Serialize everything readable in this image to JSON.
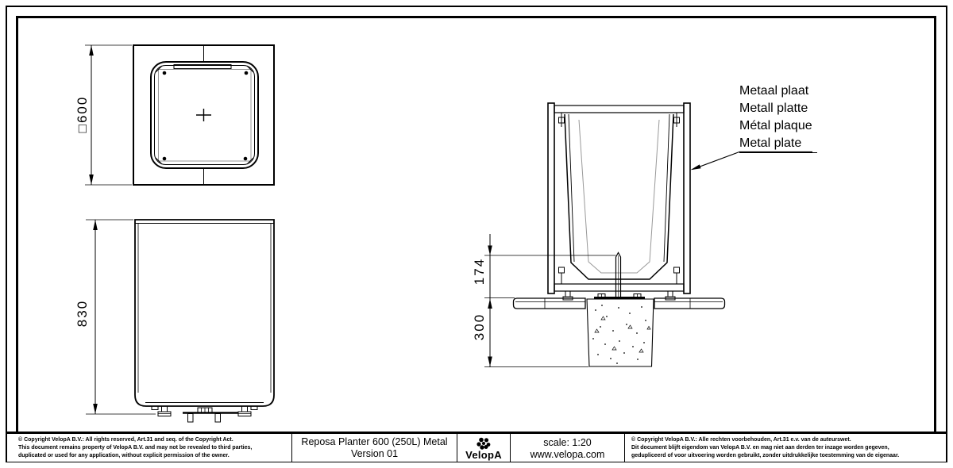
{
  "views": {
    "top_view": {
      "width_dim": "□600"
    },
    "side_view": {
      "height_dim": "830"
    },
    "section_view": {
      "inset_depth_dim": "174",
      "foundation_depth_dim": "300",
      "callout": {
        "line1": "Metaal plaat",
        "line2": "Metall platte",
        "line3": "Métal plaque",
        "line4": "Metal plate"
      }
    }
  },
  "title_block": {
    "copyright_left": {
      "line1": "© Copyright VelopA B.V.: All rights reserved, Art.31 and seq. of the Copyright Act.",
      "line2": "This document remains property of VelopA B.V. and may not be revealed to third parties,",
      "line3": "duplicated or used for any application, without explicit permission of the owner."
    },
    "title": {
      "line1": "Reposa Planter 600 (250L) Metal",
      "line2": "Version 01"
    },
    "logo": {
      "text": "VelopA"
    },
    "scale": "scale: 1:20",
    "website": "www.velopa.com",
    "copyright_right": {
      "line1": "© Copyright VelopA B.V.: Alle rechten voorbehouden, Art.31 e.v. van de auteurswet.",
      "line2": "Dit document blijft eigendom van VelopA B.V. en mag niet aan derden ter inzage worden gegeven,",
      "line3": "gedupliceerd of voor uitvoering worden gebruikt, zonder uitdrukkelijke toestemming van de eigenaar."
    }
  },
  "colors": {
    "line": "#000000",
    "liner_gray": "#999999",
    "background": "#ffffff"
  }
}
